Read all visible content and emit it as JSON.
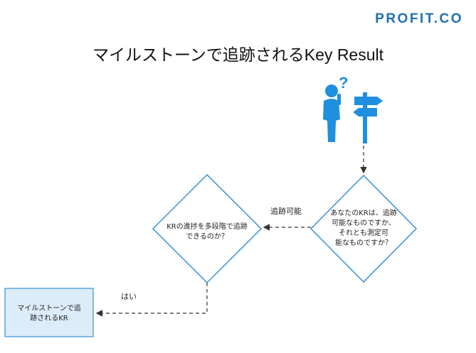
{
  "brand": {
    "logo_text": "PROFIT.CO"
  },
  "title": "マイルストーンで追跡されるKey Result",
  "nodes": {
    "question_kr_trackable": "あなたのKRは、追跡\n可能なものですか、\nそれとも測定可\n能なものですか？",
    "question_multistep": "KRの進捗を多段階で追跡\nできるのか？",
    "result_milestone": "マイルストーンで追\n跡されるKR"
  },
  "edges": {
    "trackable_label": "追跡可能",
    "yes_label": "はい"
  },
  "icons": {
    "person_signpost": "person-question-signpost-icon"
  },
  "colors": {
    "accent": "#1f8fe0",
    "box_fill": "#dcecf9",
    "box_border": "#3a8fd6",
    "arrow": "#333333"
  }
}
